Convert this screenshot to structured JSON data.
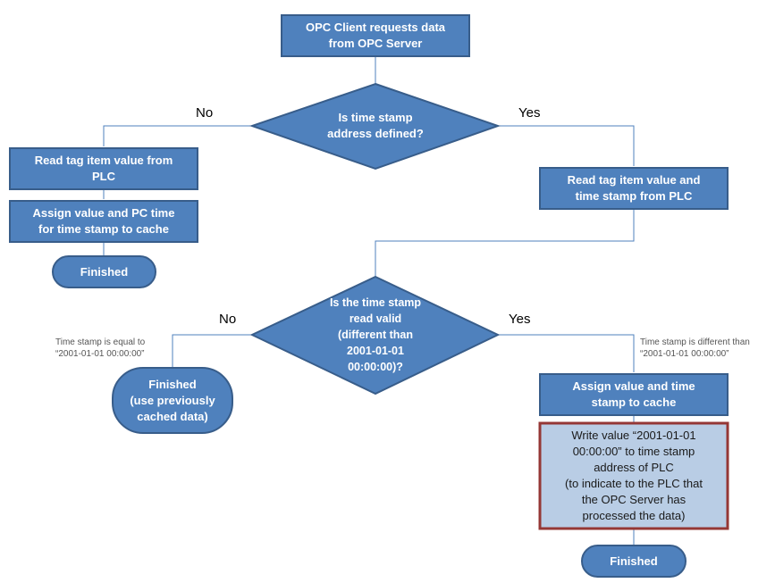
{
  "colors": {
    "node_fill": "#4f81bd",
    "node_border": "#385d8a",
    "highlight_fill": "#b9cde5",
    "highlight_border": "#953735",
    "connector": "#4f81bd"
  },
  "nodes": {
    "start": "OPC Client requests data\nfrom OPC Server",
    "decision1": "Is time stamp\naddress defined?",
    "read_tag": "Read tag item value from\nPLC",
    "assign_pc_time": "Assign value and PC time\nfor time stamp to cache",
    "finished1": "Finished",
    "read_tag_ts": "Read tag item value and\ntime stamp from PLC",
    "decision2": "Is the time stamp\nread valid\n(different than\n2001-01-01\n00:00:00)?",
    "finished2": "Finished\n(use previously\ncached data)",
    "assign_ts": "Assign value and time\nstamp to cache",
    "write_value": "Write value “2001-01-01\n00:00:00” to time stamp\naddress of PLC\n(to indicate to the PLC that\nthe OPC Server has\nprocessed the data)",
    "finished3": "Finished"
  },
  "labels": {
    "no1": "No",
    "yes1": "Yes",
    "no2": "No",
    "yes2": "Yes"
  },
  "notes": {
    "equal": "Time stamp is equal to\n“2001-01-01 00:00:00”",
    "different": "Time stamp is different than\n“2001-01-01 00:00:00”"
  }
}
